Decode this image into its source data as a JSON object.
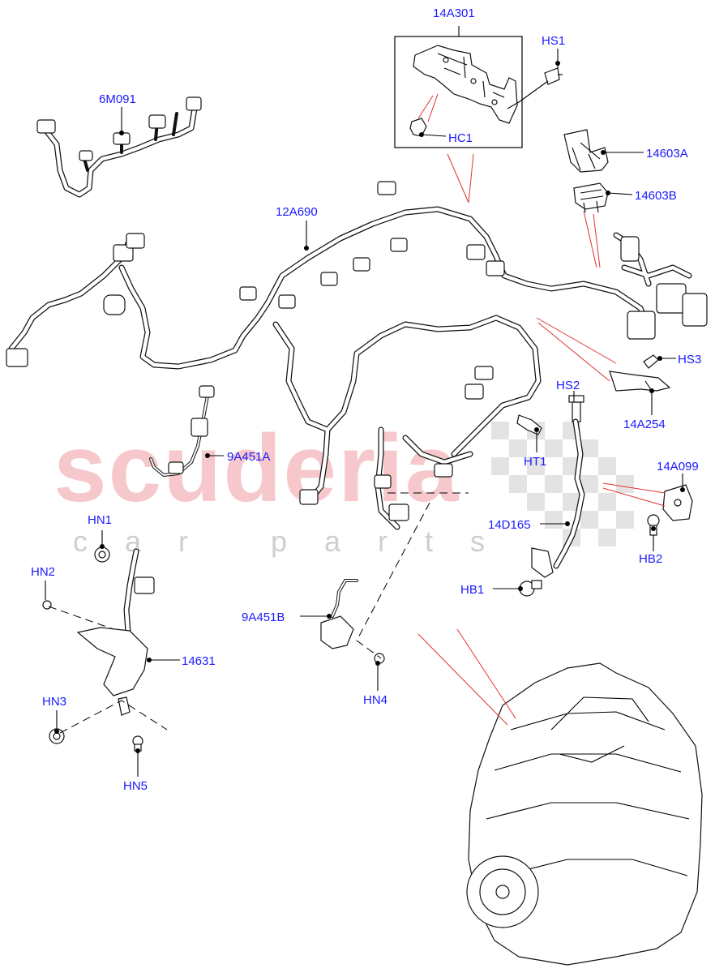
{
  "watermark": {
    "title": "scuderia",
    "subtitle": "car parts"
  },
  "labels": {
    "l_14A301": "14A301",
    "l_HS1": "HS1",
    "l_HC1": "HC1",
    "l_6M091": "6M091",
    "l_14603A": "14603A",
    "l_14603B": "14603B",
    "l_12A690": "12A690",
    "l_HS3": "HS3",
    "l_14A254": "14A254",
    "l_HS2": "HS2",
    "l_HT1": "HT1",
    "l_9A451A": "9A451A",
    "l_14A099": "14A099",
    "l_14D165": "14D165",
    "l_HB2": "HB2",
    "l_HN1": "HN1",
    "l_HN2": "HN2",
    "l_HB1": "HB1",
    "l_9A451B": "9A451B",
    "l_14631": "14631",
    "l_HN3": "HN3",
    "l_HN4": "HN4",
    "l_HN5": "HN5"
  }
}
